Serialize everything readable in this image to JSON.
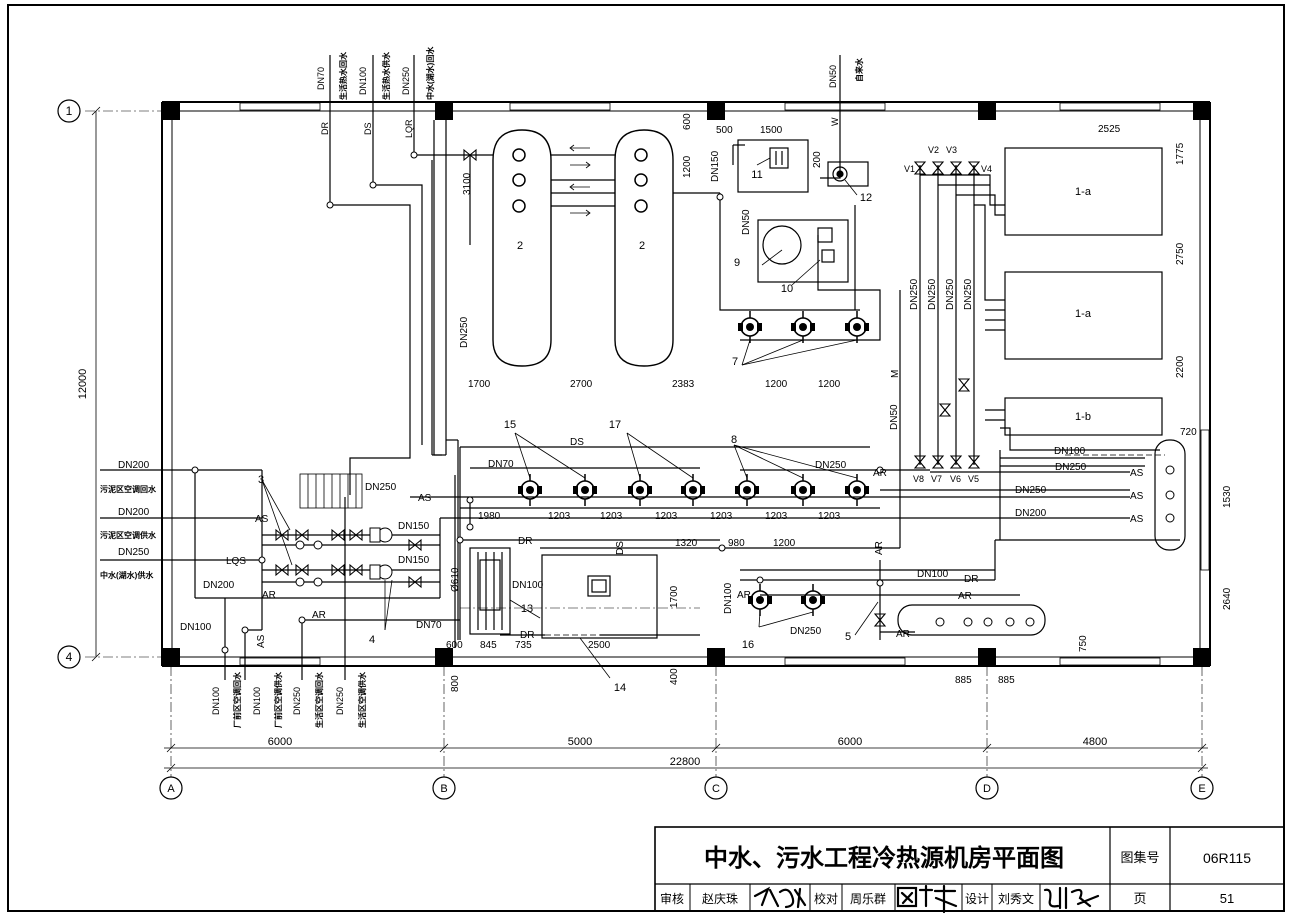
{
  "title_block": {
    "title": "中水、污水工程冷热源机房平面图",
    "atlas_label": "图集号",
    "atlas_no": "06R115",
    "page_label": "页",
    "page_no": "51",
    "review_label": "审核",
    "reviewer": "赵庆珠",
    "check_label": "校对",
    "checker": "周乐群",
    "design_label": "设计",
    "designer": "刘秀文"
  },
  "axes": {
    "rows": [
      "1",
      "4"
    ],
    "cols": [
      "A",
      "B",
      "C",
      "D",
      "E"
    ],
    "total_width": "22800",
    "col_spacings": [
      "6000",
      "5000",
      "6000",
      "4800"
    ],
    "total_height": "12000"
  },
  "top_pipes": [
    {
      "size": "DN70",
      "desc": "生活热水回水",
      "code": "DR"
    },
    {
      "size": "DN100",
      "desc": "生活热水供水",
      "code": "DS"
    },
    {
      "size": "DN250",
      "desc": "中水(湖水)回水",
      "code": "LQR"
    },
    {
      "size": "DN50",
      "desc": "自来水",
      "code": "W"
    }
  ],
  "left_pipes": [
    {
      "size": "DN200",
      "desc": "污泥区空调回水"
    },
    {
      "size": "DN200",
      "desc": "污泥区空调供水"
    },
    {
      "size": "DN250",
      "desc": "中水(湖水)供水"
    }
  ],
  "bottom_pipes": [
    {
      "size": "DN100",
      "desc": "厂前区空调回水"
    },
    {
      "size": "DN100",
      "desc": "厂前区空调供水"
    },
    {
      "size": "DN250",
      "desc": "生活区空调回水"
    },
    {
      "size": "DN250",
      "desc": "生活区空调供水"
    }
  ],
  "labels": {
    "equip_1a": "1-a",
    "equip_1b": "1-b",
    "tank": "2",
    "valves": [
      "V1",
      "V2",
      "V3",
      "V4",
      "V5",
      "V6",
      "V7",
      "V8"
    ],
    "callouts": [
      "3",
      "4",
      "5",
      "7",
      "8",
      "9",
      "10",
      "11",
      "12",
      "13",
      "14",
      "15",
      "16",
      "17"
    ],
    "codes": [
      "DR",
      "DS",
      "LQR",
      "W",
      "AS",
      "AR",
      "LQS",
      "M"
    ],
    "pipe_sizes": [
      "DN250",
      "DN70",
      "DN150",
      "DN100",
      "DN200",
      "DN50"
    ],
    "dims_top": [
      "600",
      "500",
      "1500",
      "1200",
      "200",
      "1200",
      "3100",
      "2525",
      "1775",
      "2750",
      "2200",
      "720",
      "1530",
      "2640",
      "750"
    ],
    "dims_mid": [
      "1700",
      "2700",
      "2383",
      "1200",
      "1200"
    ],
    "dims_pumps": [
      "1980",
      "1203",
      "1203",
      "1203",
      "1203",
      "1203",
      "1203",
      "1320",
      "980",
      "1200"
    ],
    "dims_bottom": [
      "600",
      "845",
      "735",
      "2500",
      "800",
      "400",
      "1700",
      "885",
      "885",
      "Ø610"
    ]
  }
}
